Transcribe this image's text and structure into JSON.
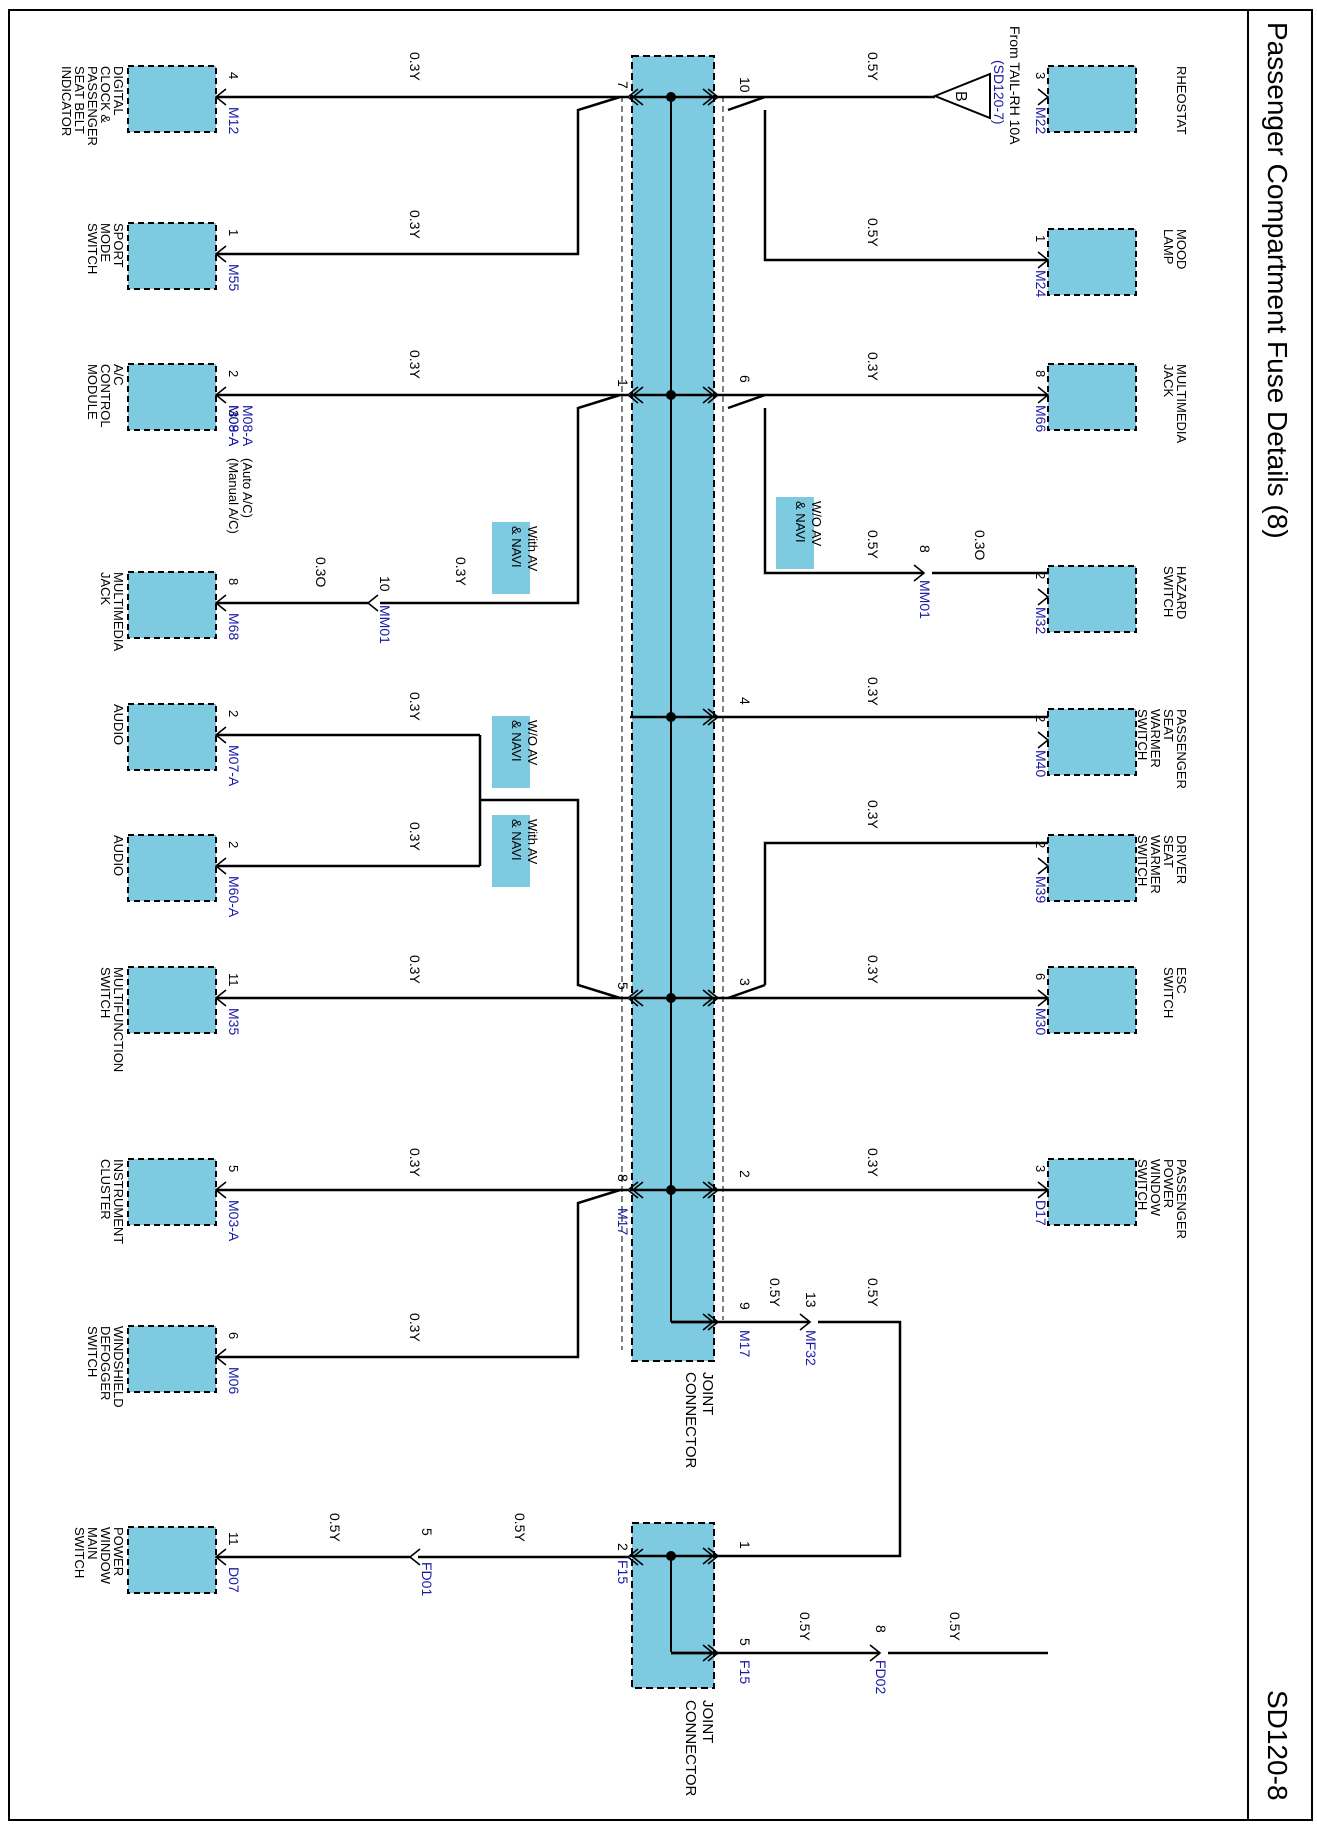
{
  "page": {
    "title": "Passenger Compartment Fuse Details (8)",
    "code": "SD120-8"
  },
  "source": {
    "from_text": "From TAIL-RH 10A",
    "ref": "(SD120-7)",
    "triangle_label": "B"
  },
  "joint_connector": {
    "label": [
      "JOINT",
      "CONNECTOR"
    ],
    "left_pins": [
      "7",
      "1",
      "5",
      "8"
    ],
    "right_pins": [
      "10",
      "6",
      "4",
      "3",
      "2",
      "9"
    ],
    "connector_ids": [
      "M17",
      "M17"
    ]
  },
  "joint_connector_2": {
    "label": [
      "JOINT",
      "CONNECTOR"
    ],
    "left_pins": [
      "2"
    ],
    "right_pins": [
      "1",
      "5"
    ],
    "connector_ids": [
      "F15",
      "F15"
    ]
  },
  "components": [
    {
      "name": [
        "DIGITAL",
        "CLOCK &",
        "PASSENGER",
        "SEAT BELT",
        "INDICATOR"
      ],
      "pin": "4",
      "connector": "M12",
      "wire": "0.3Y"
    },
    {
      "name": [
        "SPORT",
        "MODE",
        "SWITCH"
      ],
      "pin": "1",
      "connector": "M55",
      "wire": "0.3Y"
    },
    {
      "name": [
        "A/C",
        "CONTROL",
        "MODULE"
      ],
      "pin": "2",
      "pin2": "3",
      "connector": "M08-A",
      "connector_note": "(Auto A/C)",
      "connector2": "M09-A",
      "connector2_note": "(Manual A/C)",
      "wire": "0.3Y"
    },
    {
      "name": [
        "MULTIMEDIA",
        "JACK"
      ],
      "pin": "8",
      "connector": "M68",
      "wire": "0.3O",
      "inline_pin": "10",
      "inline_connector": "MM01",
      "wire2": "0.3Y",
      "option": [
        "With AV",
        "& NAVI"
      ]
    },
    {
      "name": [
        "AUDIO"
      ],
      "pin": "2",
      "connector": "M07-A",
      "wire": "0.3Y",
      "option": [
        "W/O AV",
        "& NAVI"
      ]
    },
    {
      "name": [
        "AUDIO"
      ],
      "pin": "2",
      "connector": "M60-A",
      "wire": "0.3Y",
      "option": [
        "With AV",
        "& NAVI"
      ]
    },
    {
      "name": [
        "MULTIFUNCTION",
        "SWITCH"
      ],
      "pin": "11",
      "connector": "M35",
      "wire": "0.3Y"
    },
    {
      "name": [
        "INSTRUMENT",
        "CLUSTER"
      ],
      "pin": "5",
      "connector": "M03-A",
      "wire": "0.3Y"
    },
    {
      "name": [
        "WINDSHIELD",
        "DEFOGGER",
        "SWITCH"
      ],
      "pin": "6",
      "connector": "M06",
      "wire": "0.3Y"
    },
    {
      "name": [
        "POWER",
        "WINDOW",
        "MAIN",
        "SWITCH"
      ],
      "pin": "11",
      "connector": "D07",
      "wire": "0.5Y",
      "inline_pin": "5",
      "inline_connector": "FD01",
      "wire2": "0.5Y"
    }
  ],
  "right_components": [
    {
      "name": [
        "RHEOSTAT"
      ],
      "pin": "3",
      "connector": "M22",
      "wire": "0.5Y"
    },
    {
      "name": [
        "MOOD",
        "LAMP"
      ],
      "pin": "1",
      "connector": "M24",
      "wire": "0.3Y"
    },
    {
      "name": [
        "MULTIMEDIA",
        "JACK"
      ],
      "pin": "8",
      "connector": "M66",
      "wire": "0.3O",
      "inline_pin": "8",
      "inline_connector": "MM01",
      "wire2": "0.5Y",
      "option": [
        "W/O AV",
        "& NAVI"
      ]
    },
    {
      "name": [
        "HAZARD",
        "SWITCH"
      ],
      "pin": "2",
      "connector": "M32",
      "wire": "0.3Y"
    },
    {
      "name": [
        "PASSENGER",
        "SEAT",
        "WARMER",
        "SWITCH"
      ],
      "pin": "2",
      "connector": "M40",
      "wire": "0.3Y"
    },
    {
      "name": [
        "DRIVER",
        "SEAT",
        "WARMER",
        "SWITCH"
      ],
      "pin": "2",
      "connector": "M39",
      "wire": "0.3Y"
    },
    {
      "name": [
        "ESC",
        "SWITCH"
      ],
      "pin": "6",
      "connector": "M30",
      "wire": "0.3Y"
    },
    {
      "name": [
        "PASSENGER",
        "POWER",
        "WINDOW",
        "SWITCH"
      ],
      "pin": "3",
      "connector": "D17",
      "wire": "0.5Y",
      "inline_pin": "8",
      "inline_connector": "FD02",
      "wire2": "0.5Y"
    }
  ],
  "top_feed": {
    "wire": "0.5Y"
  },
  "mf32": {
    "pin": "13",
    "connector": "MF32",
    "wire_in": "0.5Y",
    "wire_out": "0.5Y"
  },
  "colors": {
    "component_fill": "#7ecbe1",
    "connector_id": "#1a1aa6",
    "line": "#000000"
  }
}
